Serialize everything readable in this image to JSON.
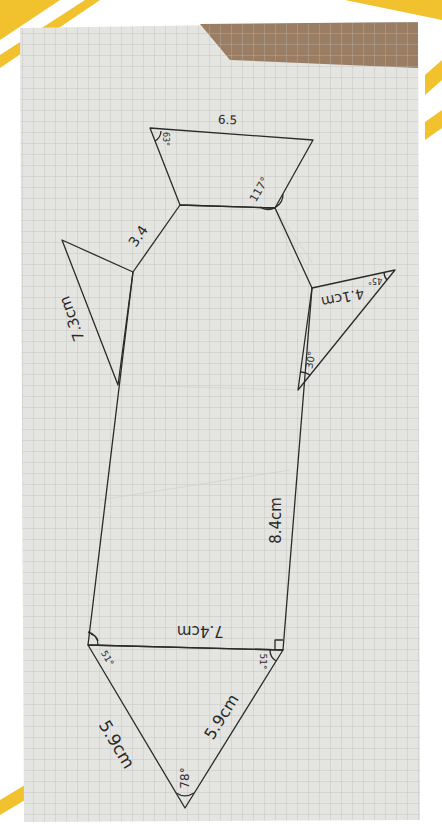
{
  "diagram": {
    "labels": [
      "6.5",
      "63°",
      "117°",
      "3.4",
      "7.3cm",
      "4.1cm",
      "45°",
      "30°",
      "8.4cm",
      "7.4cm",
      "51°",
      "51°",
      "5.9cm",
      "5.9cm",
      "78°"
    ]
  }
}
